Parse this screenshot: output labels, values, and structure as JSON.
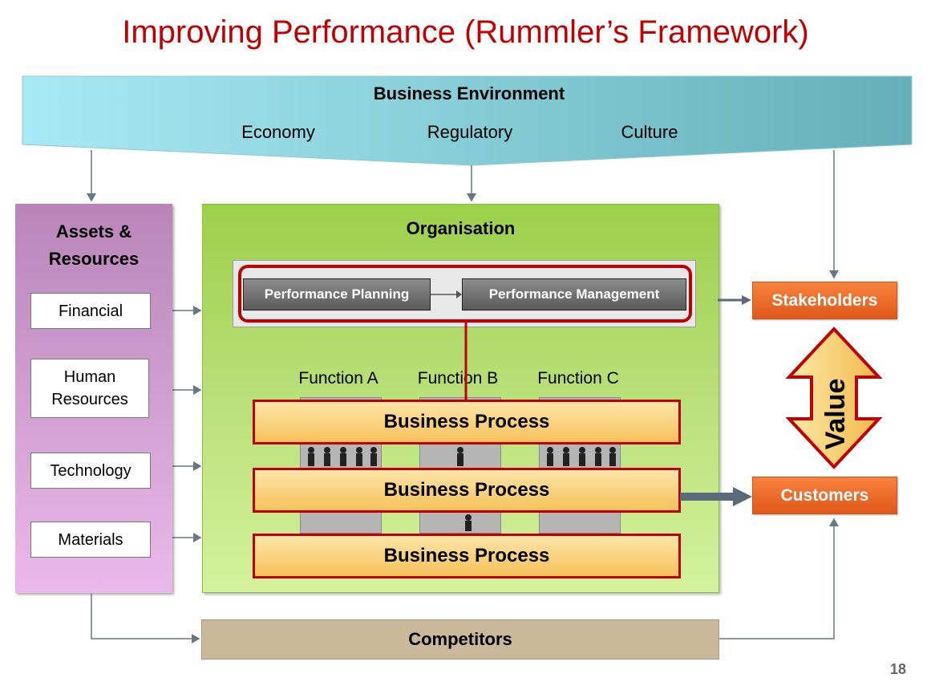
{
  "title": "Improving Performance (Rummler’s Framework)",
  "environment": {
    "title": "Business Environment",
    "items": [
      "Economy",
      "Regulatory",
      "Culture"
    ]
  },
  "assets": {
    "title_line1": "Assets &",
    "title_line2": "Resources",
    "items": [
      "Financial",
      "Human Resources",
      "Technology",
      "Materials"
    ]
  },
  "organisation": {
    "title": "Organisation",
    "planning": "Performance Planning",
    "management": "Performance Management",
    "functions": [
      "Function A",
      "Function B",
      "Function C"
    ],
    "process": "Business Process"
  },
  "outputs": {
    "stakeholders": "Stakeholders",
    "customers": "Customers",
    "value": "Value"
  },
  "competitors": "Competitors",
  "page_number": "18",
  "colors": {
    "title": "#c00000",
    "process_border": "#c00000",
    "orange": "#f07030",
    "organisation": "#b9e07a",
    "assets": "#cfa0d0",
    "competitors": "#c9b89a"
  }
}
